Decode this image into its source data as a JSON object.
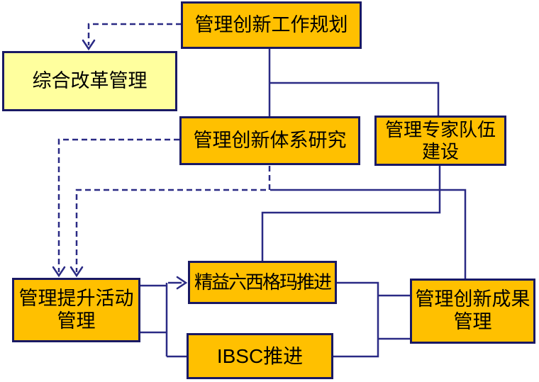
{
  "diagram": {
    "colors": {
      "node_fill": "#FFC000",
      "highlight_fill": "#FFFF9E",
      "node_border": "#191964",
      "connector": "#2A2A85",
      "text": "#000000",
      "background": "#FFFFFF"
    },
    "nodes": {
      "planning": {
        "label": "管理创新工作规划"
      },
      "reform": {
        "label": "综合改革管理"
      },
      "system": {
        "label": "管理创新体系研究"
      },
      "expert": {
        "label": "管理专家队伍\n建设"
      },
      "promote": {
        "label": "管理提升活动\n管理"
      },
      "lean": {
        "label": "精益六西格玛推进"
      },
      "ibsc": {
        "label": "IBSC推进"
      },
      "result": {
        "label": "管理创新成果\n管理"
      }
    }
  }
}
